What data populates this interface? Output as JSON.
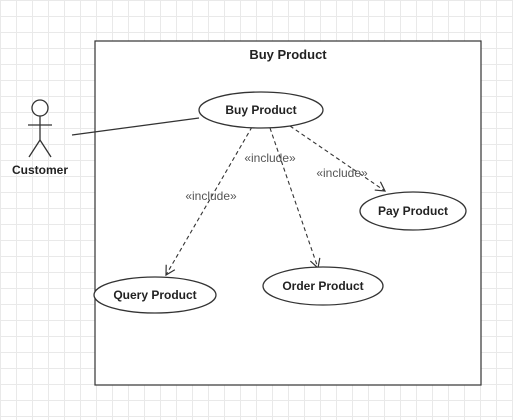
{
  "diagram": {
    "system_boundary": {
      "title": "Buy Product"
    },
    "actor": {
      "name": "Customer"
    },
    "use_cases": {
      "buy_product": "Buy Product",
      "pay_product": "Pay Product",
      "query_product": "Query Product",
      "order_product": "Order Product"
    },
    "relations": {
      "include_query": "«include»",
      "include_order": "«include»",
      "include_pay": "«include»"
    },
    "colors": {
      "line": "#333333",
      "ellipse_fill": "#ffffff",
      "grid": "#e9e9e9"
    }
  }
}
